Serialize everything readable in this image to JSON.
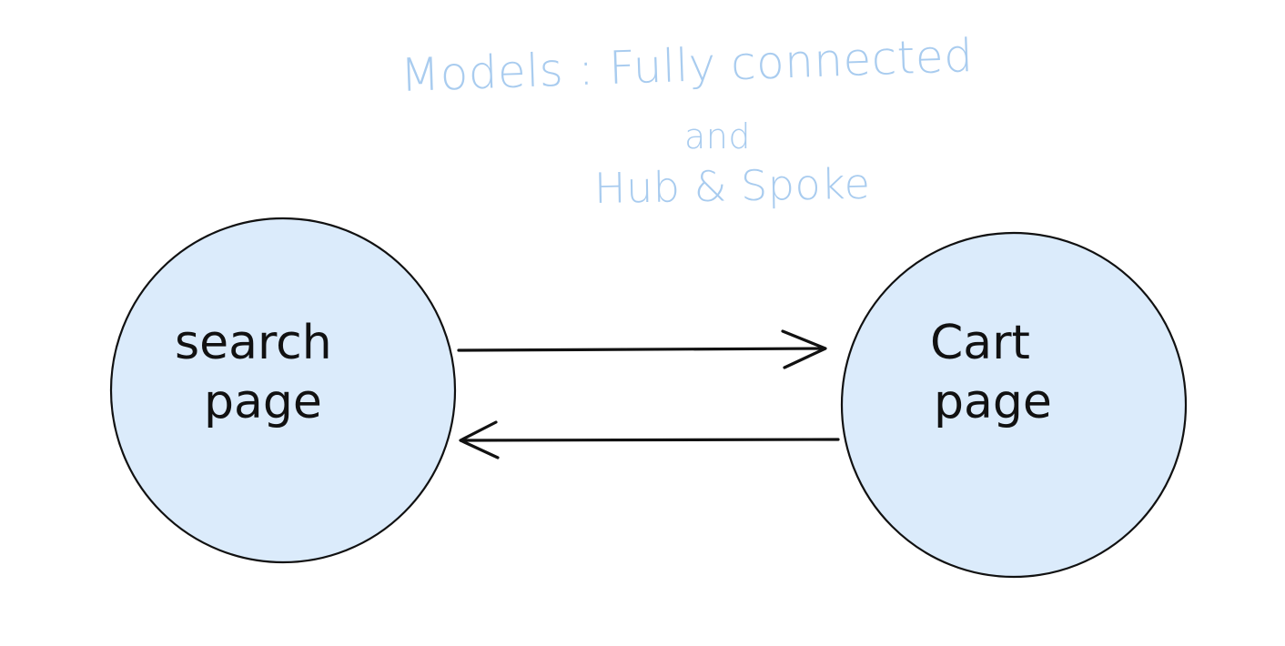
{
  "title": {
    "line1": "Models : Fully connected",
    "line2": "and",
    "line3": "Hub & Spoke"
  },
  "nodes": [
    {
      "id": "search",
      "line1": "search",
      "line2": "page"
    },
    {
      "id": "cart",
      "line1": "Cart",
      "line2": "page"
    }
  ],
  "edges": [
    {
      "from": "search",
      "to": "cart"
    },
    {
      "from": "cart",
      "to": "search"
    }
  ],
  "colors": {
    "node_fill": "#dbebfb",
    "node_stroke": "#111111",
    "title_text": "#a9ccef",
    "arrow": "#111111",
    "label_text": "#111111"
  }
}
